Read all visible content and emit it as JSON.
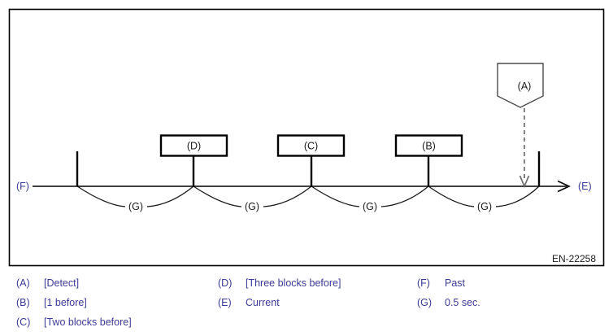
{
  "figure": {
    "reference_code": "EN-22258",
    "axis_left_label": "(F)",
    "axis_right_label": "(E)",
    "blocks": [
      {
        "key": "(D)"
      },
      {
        "key": "(C)"
      },
      {
        "key": "(B)"
      }
    ],
    "callout_label": "(A)",
    "interval_labels": [
      "(G)",
      "(G)",
      "(G)",
      "(G)"
    ],
    "colors": {
      "line": "#000000",
      "dashed_arrow": "#6e6e6e",
      "callout_outline": "#4a4a4a",
      "legend_text": "#3b3b96",
      "frame": "#000000",
      "reference_text": "#1a1a1a"
    }
  },
  "legend": {
    "columns": [
      {
        "items": [
          {
            "key": "(A)",
            "text": "[Detect]"
          },
          {
            "key": "(B)",
            "text": "[1 before]"
          },
          {
            "key": "(C)",
            "text": "[Two blocks before]"
          }
        ]
      },
      {
        "items": [
          {
            "key": "(D)",
            "text": "[Three blocks before]"
          },
          {
            "key": "(E)",
            "text": "Current"
          }
        ]
      },
      {
        "items": [
          {
            "key": "(F)",
            "text": "Past"
          },
          {
            "key": "(G)",
            "text": "0.5 sec."
          }
        ]
      }
    ]
  }
}
